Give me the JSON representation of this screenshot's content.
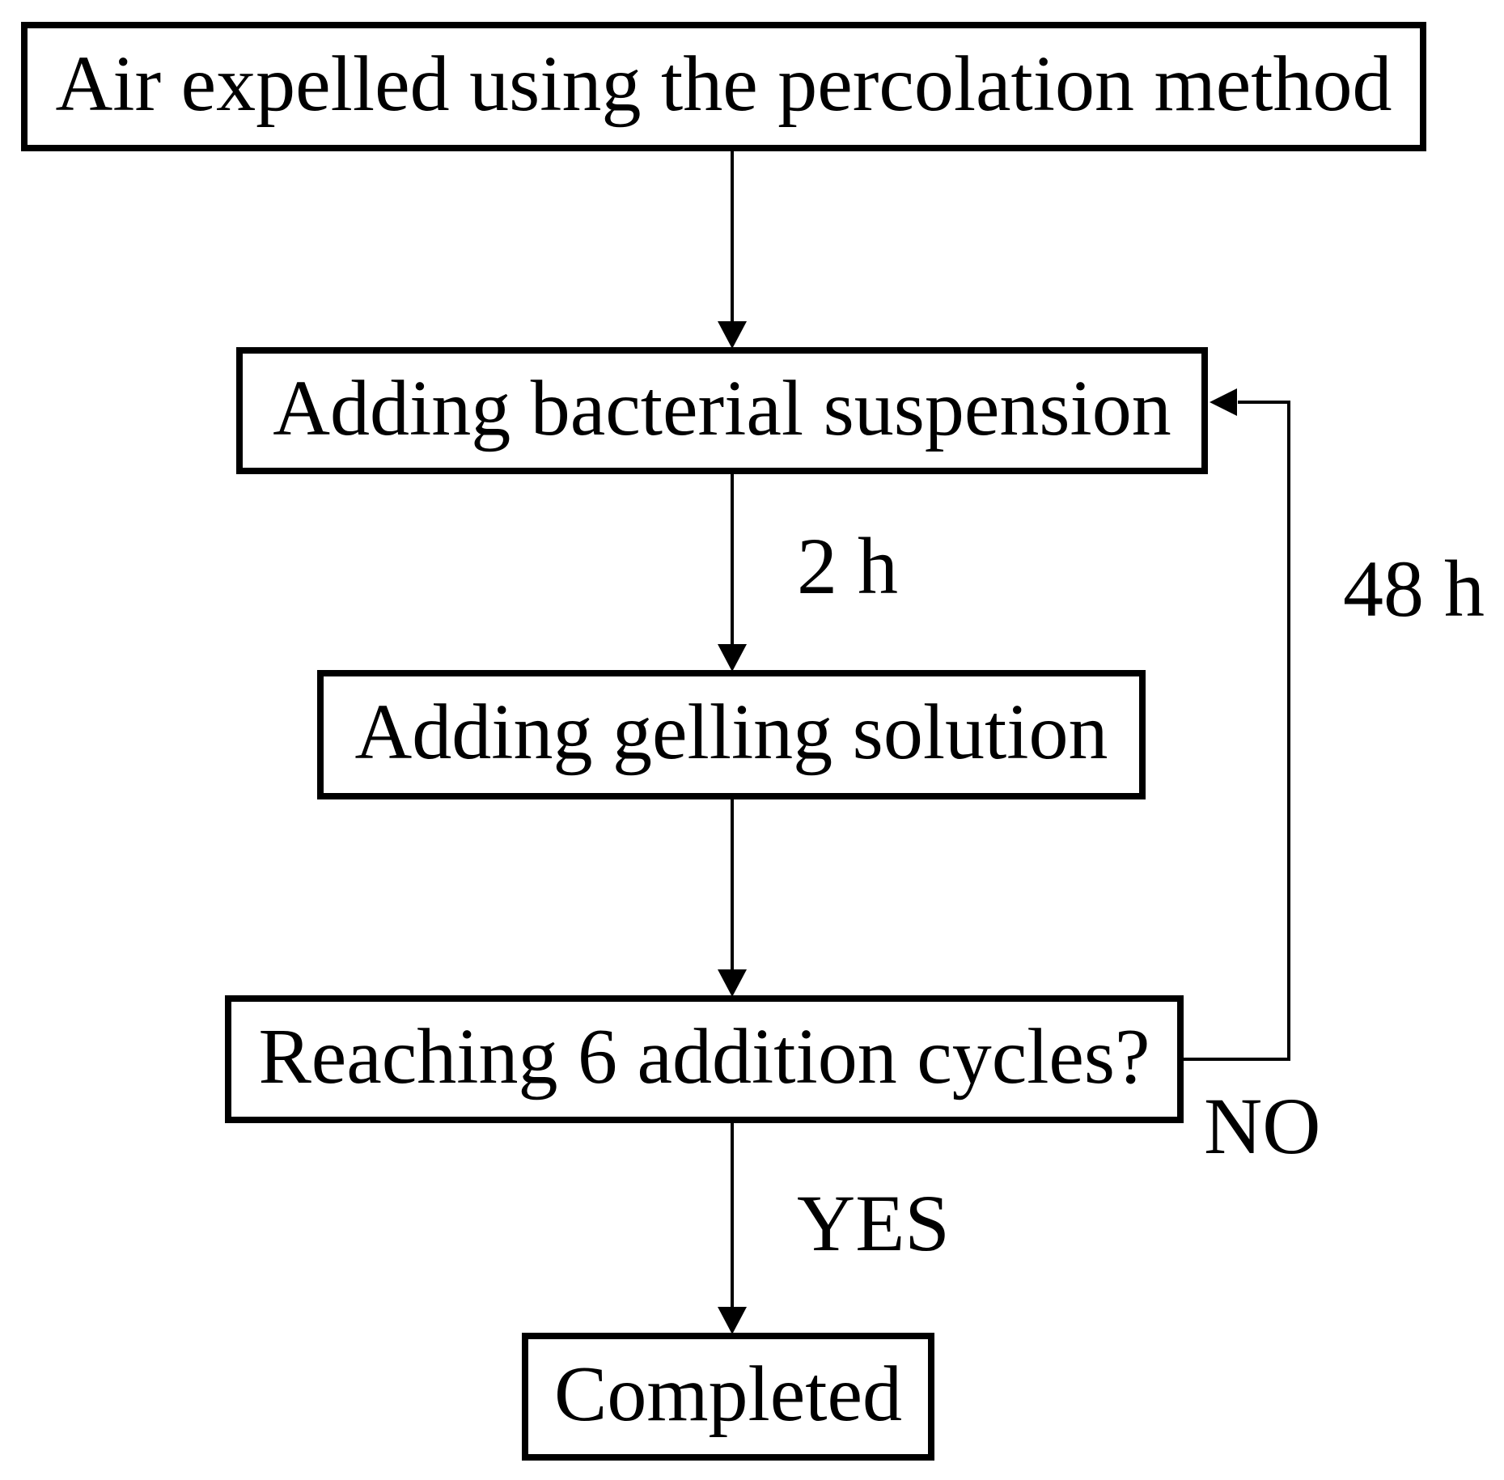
{
  "figure": {
    "type": "flowchart",
    "background_color": "#ffffff",
    "line_color": "#000000",
    "text_color": "#000000",
    "nodes": [
      {
        "id": "start",
        "label": "Air expelled using the percolation method"
      },
      {
        "id": "add-bacterial-suspension",
        "label": "Adding bacterial suspension"
      },
      {
        "id": "add-gelling-solution",
        "label": "Adding gelling solution"
      },
      {
        "id": "decision-addition-cycles",
        "label": "Reaching 6 addition cycles?"
      },
      {
        "id": "completed",
        "label": "Completed"
      }
    ],
    "edges": [
      {
        "from": "start",
        "to": "add-bacterial-suspension",
        "label": ""
      },
      {
        "from": "add-bacterial-suspension",
        "to": "add-gelling-solution",
        "label": "2 h"
      },
      {
        "from": "add-gelling-solution",
        "to": "decision-addition-cycles",
        "label": ""
      },
      {
        "from": "decision-addition-cycles",
        "to": "completed",
        "label": "YES"
      },
      {
        "from": "decision-addition-cycles",
        "to": "add-bacterial-suspension",
        "label": "NO",
        "duration": "48 h"
      }
    ]
  }
}
